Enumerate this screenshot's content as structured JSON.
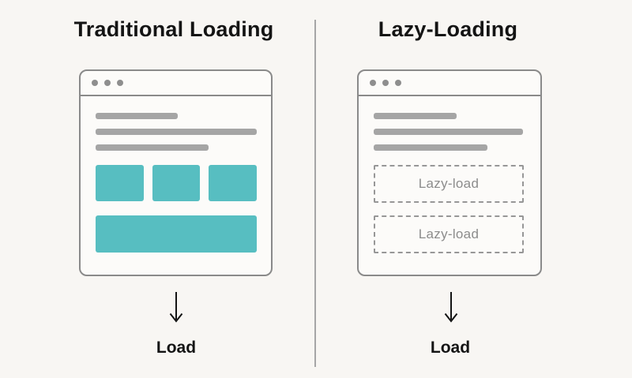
{
  "colors": {
    "background": "#F8F6F3",
    "window_bg": "#FCFBF9",
    "window_border": "#8A8A8A",
    "divider": "#A6A6A6",
    "dot": "#8E8E8E",
    "bar": "#A5A5A5",
    "accent_teal": "#57BEC1",
    "dashed_border": "#979797",
    "lazy_text": "#8C8C8C",
    "text_dark": "#141414"
  },
  "diagram": {
    "left": {
      "title": "Traditional Loading",
      "arrow_label": "Load",
      "window": {
        "dots": 3,
        "text_bars": 3,
        "content_blocks": 3,
        "hero_blocks": 1
      }
    },
    "right": {
      "title": "Lazy-Loading",
      "arrow_label": "Load",
      "window": {
        "dots": 3,
        "text_bars": 3
      },
      "lazy_boxes": [
        {
          "label": "Lazy-load"
        },
        {
          "label": "Lazy-load"
        }
      ]
    }
  }
}
